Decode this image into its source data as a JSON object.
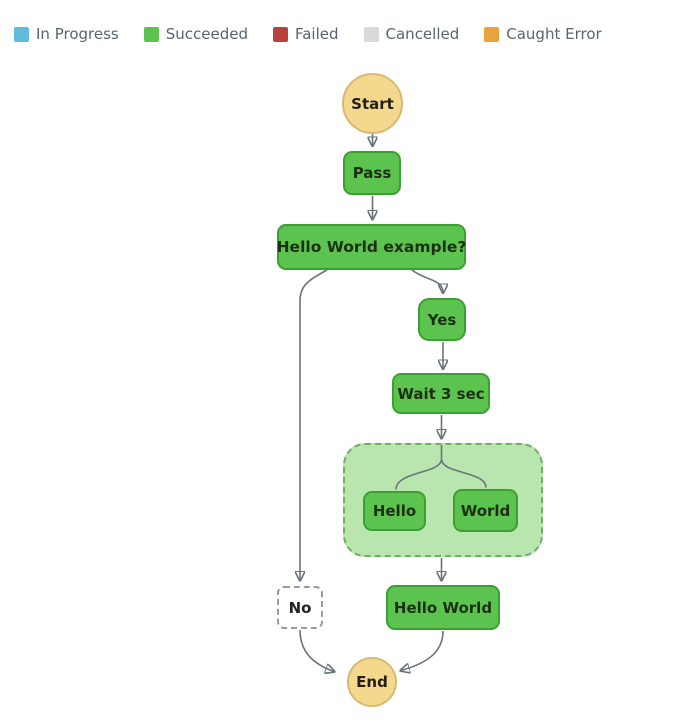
{
  "legend": {
    "items": [
      {
        "label": "In Progress",
        "color": "#62BBDE"
      },
      {
        "label": "Succeeded",
        "color": "#5CC44E"
      },
      {
        "label": "Failed",
        "color": "#B9413B"
      },
      {
        "label": "Cancelled",
        "color": "#D9D9D9"
      },
      {
        "label": "Caught Error",
        "color": "#E9A33C"
      }
    ]
  },
  "diagram": {
    "nodes": {
      "start": {
        "label": "Start",
        "type": "terminal",
        "status": "start"
      },
      "pass": {
        "label": "Pass",
        "type": "task",
        "status": "succeeded"
      },
      "choice": {
        "label": "Hello World example?",
        "type": "choice",
        "status": "succeeded"
      },
      "yes": {
        "label": "Yes",
        "type": "task",
        "status": "succeeded"
      },
      "wait": {
        "label": "Wait 3 sec",
        "type": "wait",
        "status": "succeeded"
      },
      "parallel": {
        "label": "",
        "type": "parallel-container",
        "status": "succeeded"
      },
      "hello": {
        "label": "Hello",
        "type": "task",
        "status": "succeeded"
      },
      "world": {
        "label": "World",
        "type": "task",
        "status": "succeeded"
      },
      "hello_world": {
        "label": "Hello World",
        "type": "task",
        "status": "succeeded"
      },
      "no": {
        "label": "No",
        "type": "task",
        "status": "not-executed"
      },
      "end": {
        "label": "End",
        "type": "terminal",
        "status": "end"
      }
    }
  },
  "colors": {
    "succeeded_fill": "#5CC44E",
    "succeeded_border": "#3C9E33",
    "parallel_fill": "#B9E5AF",
    "parallel_border": "#6EAE62",
    "terminal_fill": "#F3D88D",
    "terminal_border": "#D8B971",
    "not_executed_fill": "#FFFFFF",
    "not_executed_border": "#9B9B9B",
    "edge_stroke": "#6A737B",
    "arrowhead_fill": "#474C52",
    "legend_text": "#5A6470"
  }
}
